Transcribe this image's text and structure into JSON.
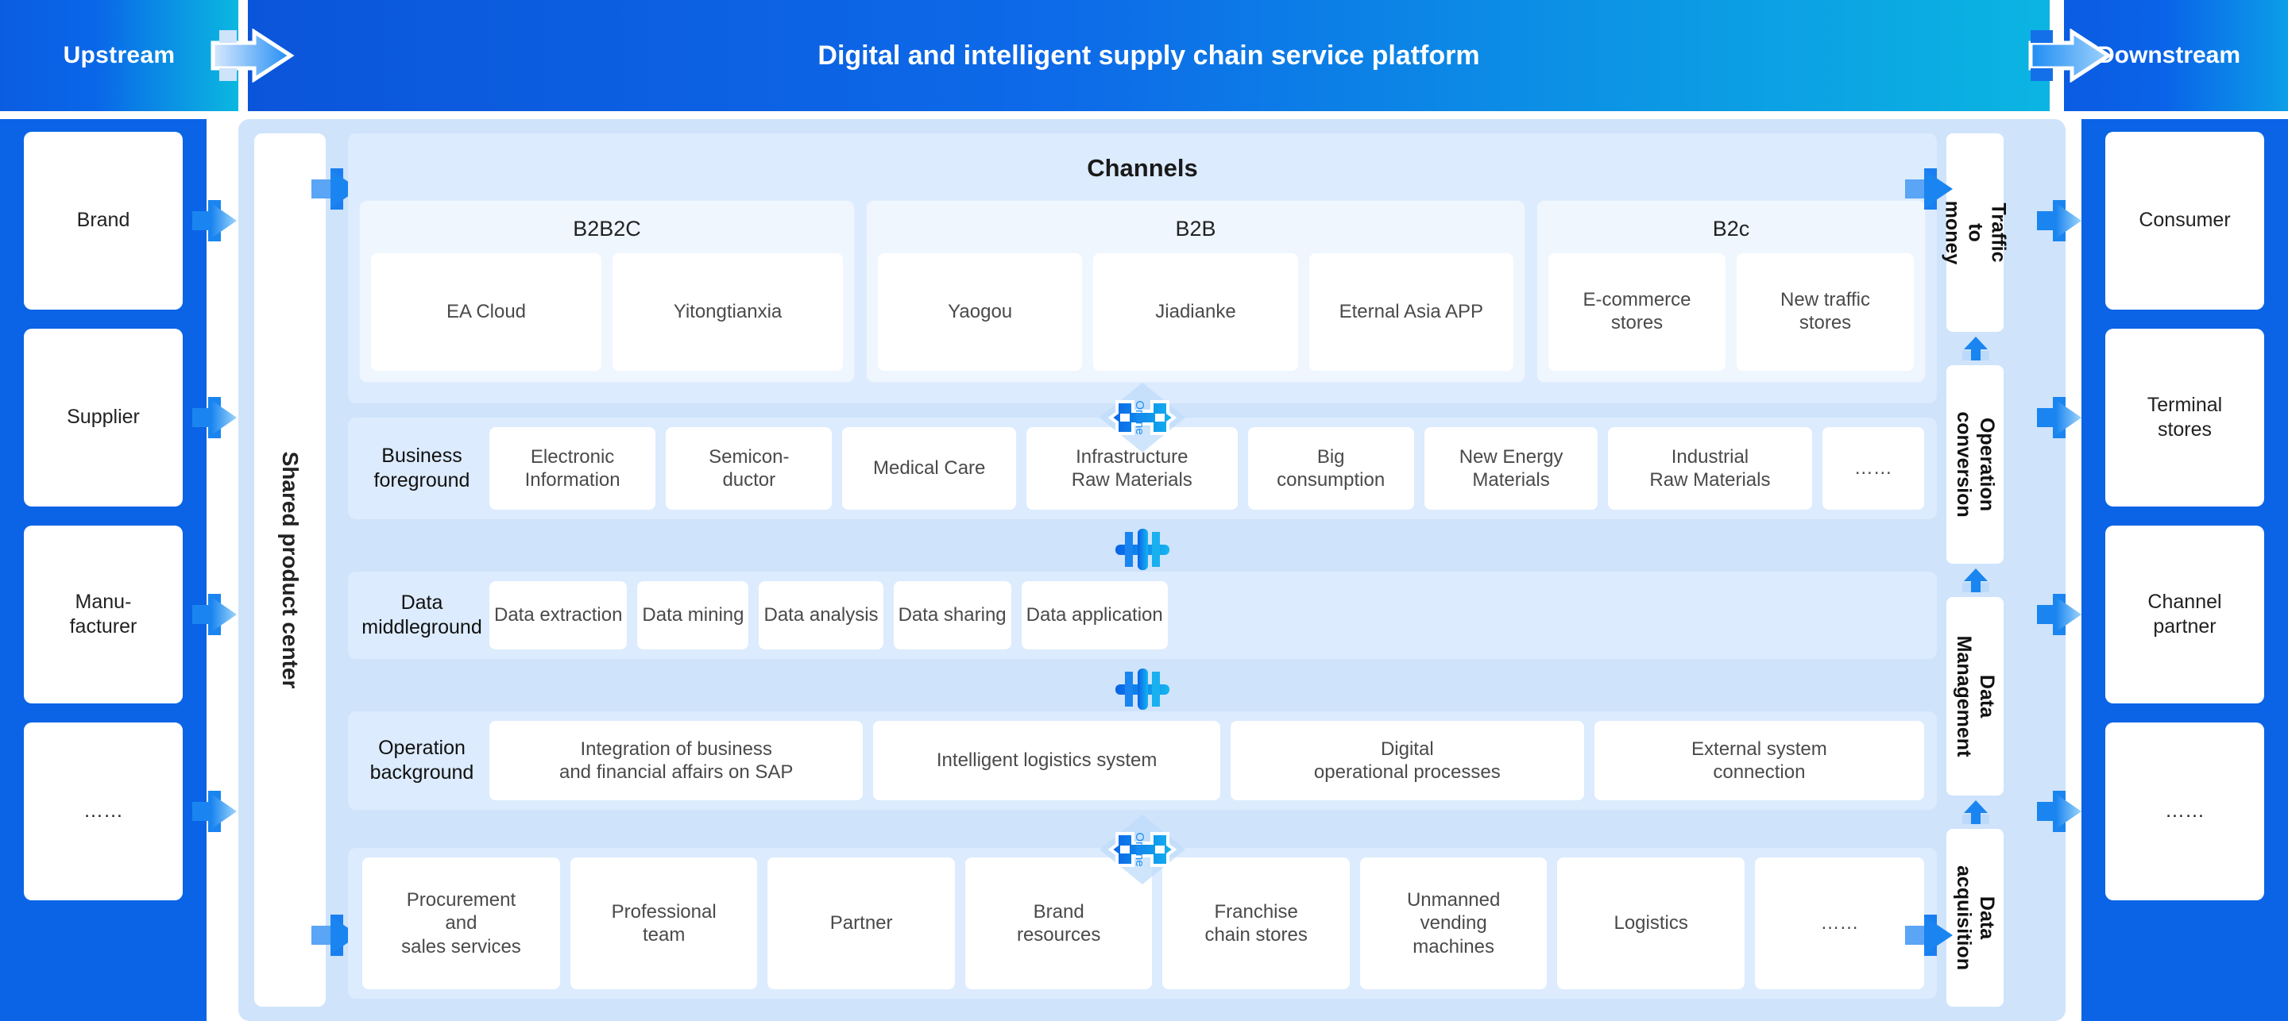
{
  "header": {
    "left_label": "Upstream",
    "title": "Digital and intelligent supply chain service platform",
    "right_label": "Downstream"
  },
  "upstream": {
    "items": [
      {
        "label": "Brand"
      },
      {
        "label": "Supplier"
      },
      {
        "label": "Manu-\nfacturer"
      },
      {
        "label": "……"
      }
    ]
  },
  "downstream": {
    "items": [
      {
        "label": "Consumer"
      },
      {
        "label": "Terminal\nstores"
      },
      {
        "label": "Channel\npartner"
      },
      {
        "label": "……"
      }
    ]
  },
  "shared_center": {
    "label": "Shared product center"
  },
  "channels": {
    "title": "Channels",
    "groups": [
      {
        "title": "B2B2C",
        "items": [
          "EA Cloud",
          "Yitongtianxia"
        ]
      },
      {
        "title": "B2B",
        "items": [
          "Yaogou",
          "Jiadianke",
          "Eternal Asia APP"
        ]
      },
      {
        "title": "B2c",
        "items": [
          "E-commerce\nstores",
          "New traffic\nstores"
        ]
      }
    ]
  },
  "rows": [
    {
      "label": "Business\nforeground",
      "items": [
        "Electronic\nInformation",
        "Semicon-\nductor",
        "Medical Care",
        "Infrastructure\nRaw Materials",
        "Big\nconsumption",
        "New Energy\nMaterials",
        "Industrial\nRaw Materials",
        "……"
      ]
    },
    {
      "label": "Data\nmiddleground",
      "items": [
        "Data extraction",
        "Data mining",
        "Data analysis",
        "Data sharing",
        "Data application"
      ]
    },
    {
      "label": "Operation\nbackground",
      "items": [
        "Integration of business\nand financial affairs on SAP",
        "Intelligent logistics system",
        "Digital\noperational processes",
        "External system\nconnection"
      ]
    }
  ],
  "bottom_row": {
    "items": [
      "Procurement\nand\nsales services",
      "Professional\nteam",
      "Partner",
      "Brand\nresources",
      "Franchise\nchain stores",
      "Unmanned\nvending\nmachines",
      "Logistics",
      "……"
    ]
  },
  "rail": {
    "items": [
      {
        "label": "Traffic to\nmoney"
      },
      {
        "label": "Operation\nconversion"
      },
      {
        "label": "Data\nManagement"
      },
      {
        "label": "Data\nacquisition"
      }
    ]
  },
  "connectors": {
    "online_label": "Online",
    "plus_label": ""
  },
  "colors": {
    "brand_blue": "#0b63e6",
    "cyan": "#0bb8e0",
    "panel_light": "#cfe3fb",
    "band": "#dcebfd",
    "group": "#eff6fe",
    "card": "#ffffff",
    "text": "#4a4a4a"
  }
}
